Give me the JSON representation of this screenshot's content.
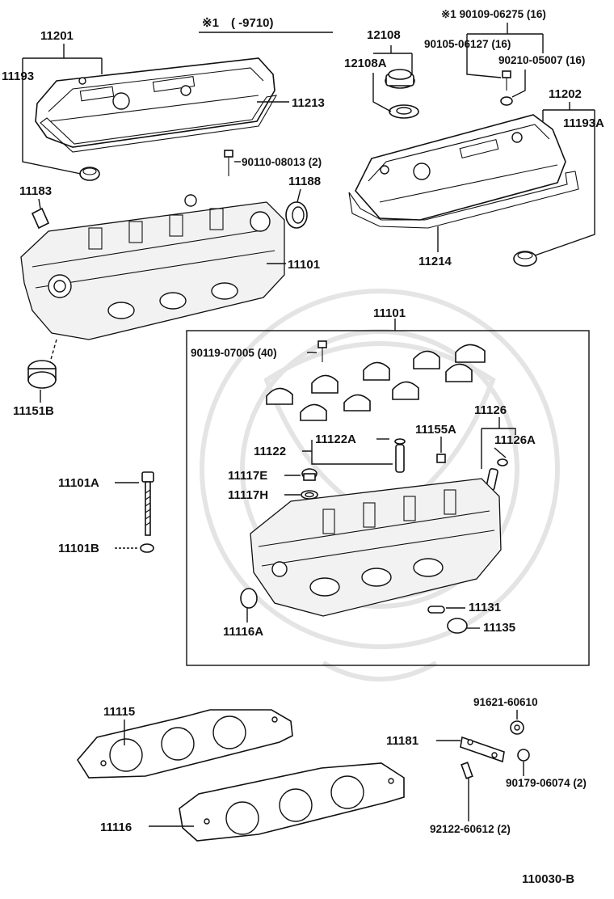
{
  "header_note": {
    "marker": "※1",
    "text": "(        -9710)"
  },
  "labels": {
    "p11201": "11201",
    "p11193_left": "11193",
    "p11213": "11213",
    "p12108": "12108",
    "p12108a": "12108A",
    "p90109": "※1 90109-06275 (16)",
    "p90105": "90105-06127 (16)",
    "p90210": "90210-05007 (16)",
    "p11202": "11202",
    "p11193_right": "11193A",
    "p90110": "90110-08013 (2)",
    "p11188": "11188",
    "p11183": "11183",
    "p11101_top": "11101",
    "p11214": "11214",
    "p11151b": "11151B",
    "p11101_box": "11101",
    "p90119": "90119-07005 (40)",
    "p11126": "11126",
    "p11155a": "11155A",
    "p11122": "11122",
    "p11122a": "11122A",
    "p11126a": "11126A",
    "p11101a": "11101A",
    "p11117e": "11117E",
    "p11117h": "11117H",
    "p11101b": "11101B",
    "p11131": "11131",
    "p11116a": "11116A",
    "p11135": "11135",
    "p91621": "91621-60610",
    "p11115": "11115",
    "p11181": "11181",
    "p90179": "90179-06074 (2)",
    "p11116": "11116",
    "p92122": "92122-60612 (2)",
    "diagram_id": "110030-B"
  }
}
